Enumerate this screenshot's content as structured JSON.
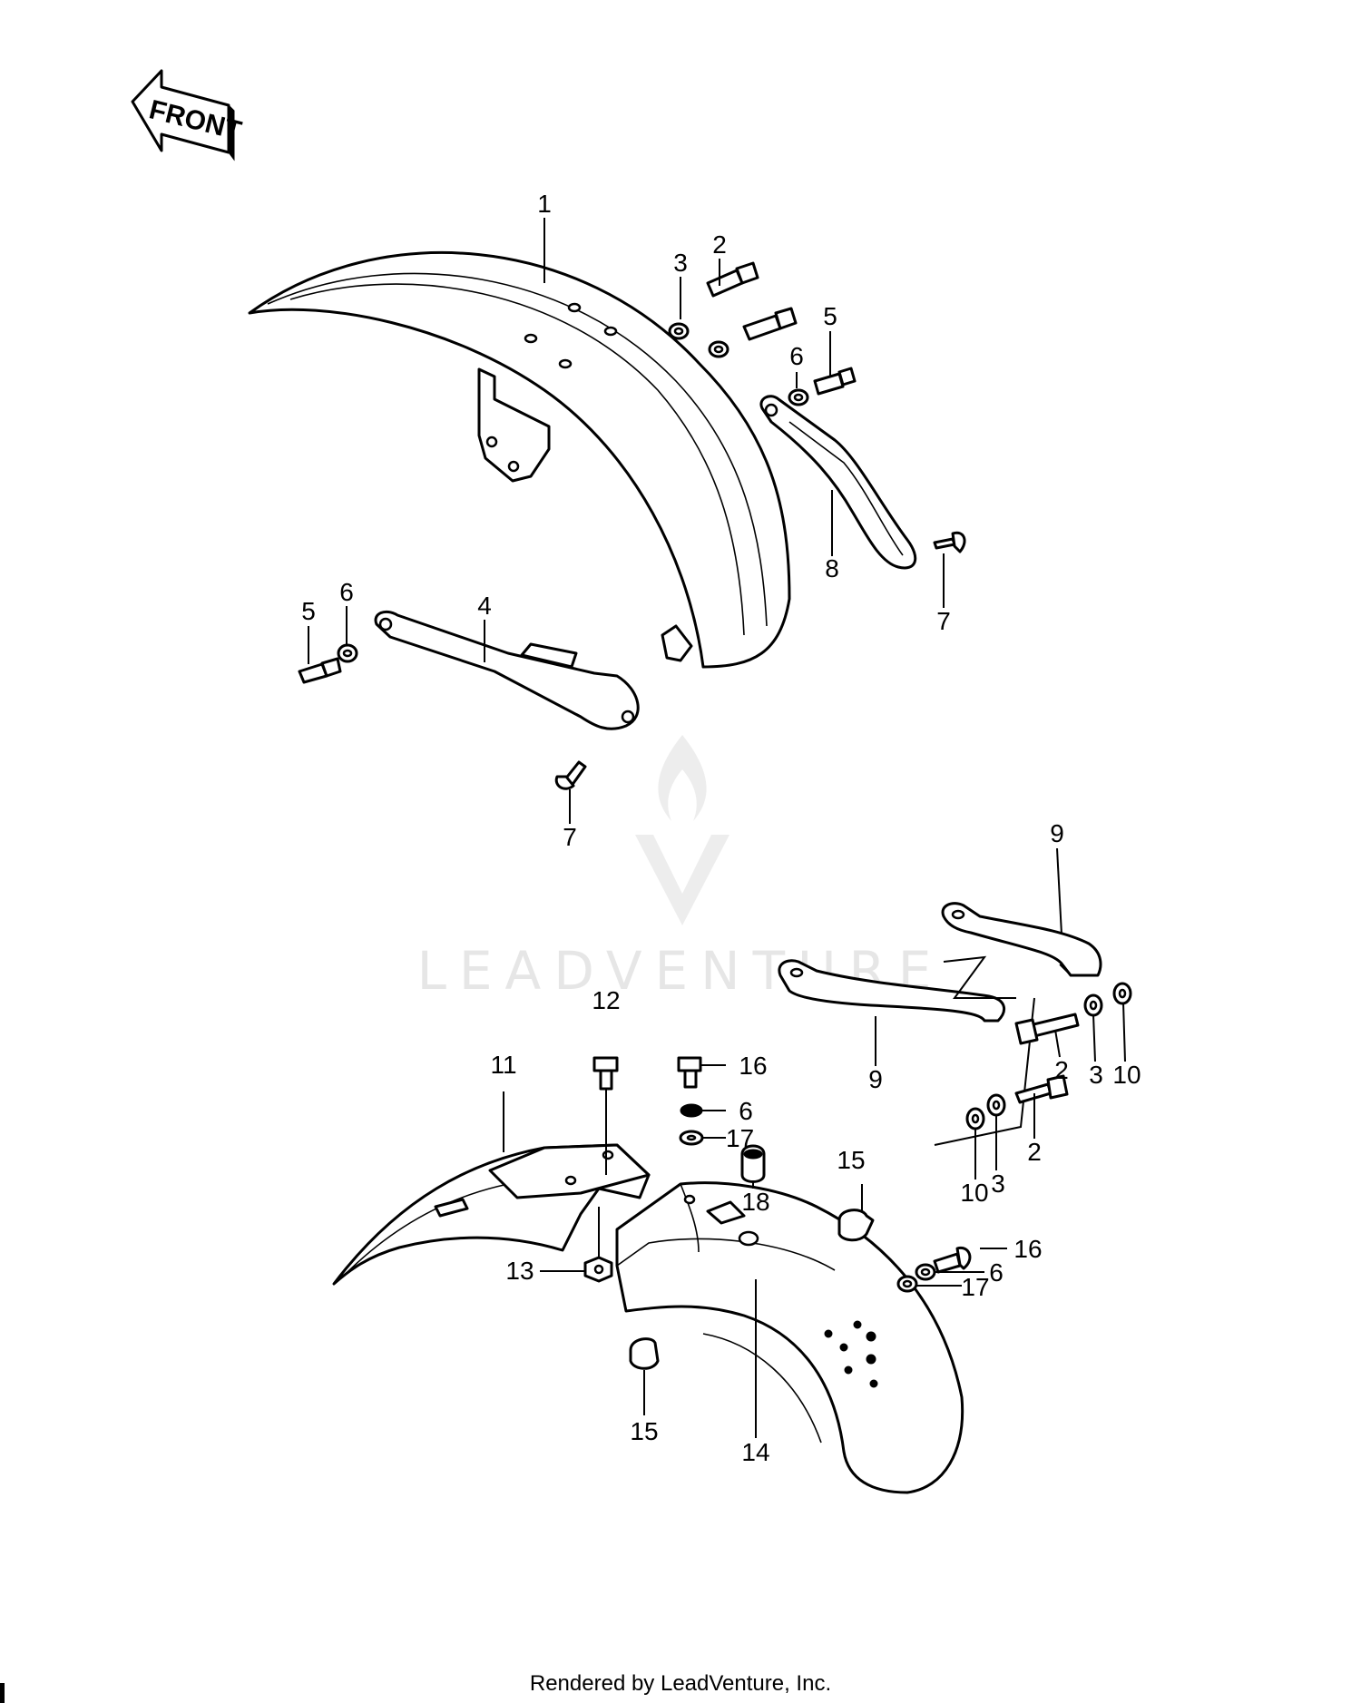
{
  "direction_label": "FRONT",
  "watermark": "LEADVENTURE",
  "footer_credit": "Rendered by LeadVenture, Inc.",
  "callouts": {
    "c1": "1",
    "c2a": "2",
    "c3a": "3",
    "c5a": "5",
    "c6a": "6",
    "c8": "8",
    "c7a": "7",
    "c5b": "5",
    "c6b": "6",
    "c4": "4",
    "c7b": "7",
    "c9a": "9",
    "c9b": "9",
    "c2b": "2",
    "c3b": "3",
    "c10a": "10",
    "c2c": "2",
    "c10b": "10",
    "c3c": "3",
    "c12": "12",
    "c11": "11",
    "c16a": "16",
    "c6c": "6",
    "c17a": "17",
    "c18": "18",
    "c15a": "15",
    "c13": "13",
    "c16b": "16",
    "c6d": "6",
    "c17b": "17",
    "c15b": "15",
    "c14": "14"
  }
}
